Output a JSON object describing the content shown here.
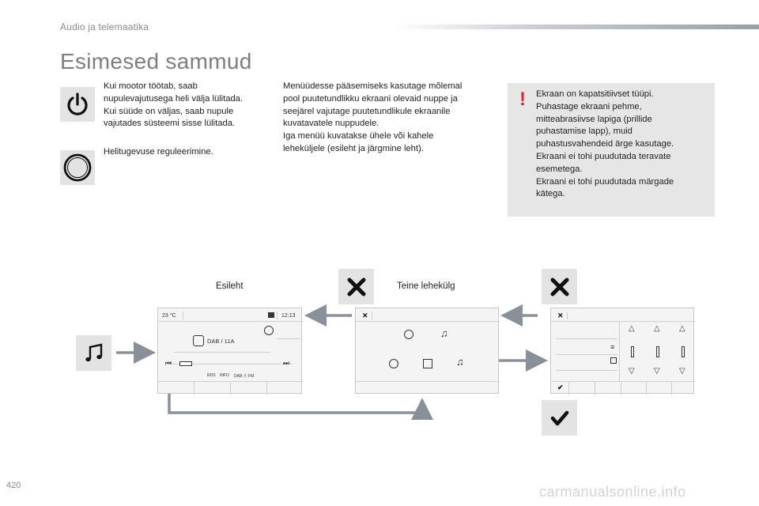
{
  "header": {
    "section_title": "Audio ja telemaatika"
  },
  "page_title": "Esimesed sammud",
  "items": [
    {
      "icon": "power-icon",
      "text": "Kui mootor töötab, saab\nnupulevajutusega heli välja lülitada.\nKui süüde on väljas, saab nupule\nvajutades süsteemi sisse lülitada."
    },
    {
      "icon": "volume-knob-icon",
      "text": "Helitugevuse reguleerimine."
    }
  ],
  "menu_paragraph": "Menüüdesse pääsemiseks kasutage mõlemal\npool puutetundlikku ekraani olevaid nuppe ja\nseejärel vajutage puutetundlikule ekraanile\nkuvatavatele nuppudele.\nIga menüü kuvatakse ühele või kahele\nleheküljele (esileht ja järgmine leht).",
  "warning": {
    "mark": "!",
    "text": "Ekraan on kapatsitiivset tüüpi.\nPuhastage ekraani pehme,\nmitteabrasiivse lapiga (prillide\npuhastamise lapp), muid\npuhastusvahendeid ärge kasutage.\nEkraani ei tohi puudutada teravate\nesemetega.\nEkraani ei tohi puudutada märgade\nkätega.",
    "accent_color": "#e3262e"
  },
  "diagram": {
    "caption_home": "Esileht",
    "caption_next": "Teine lehekülg",
    "home_screen": {
      "temperature": "23 °C",
      "time": "12:13",
      "station": "DAB / 11A",
      "buttons": [
        "RDS",
        "INFO",
        "DAB ⓓ FM"
      ]
    }
  },
  "footer": {
    "page_number": "420",
    "watermark": "carmanualsonline.info"
  }
}
